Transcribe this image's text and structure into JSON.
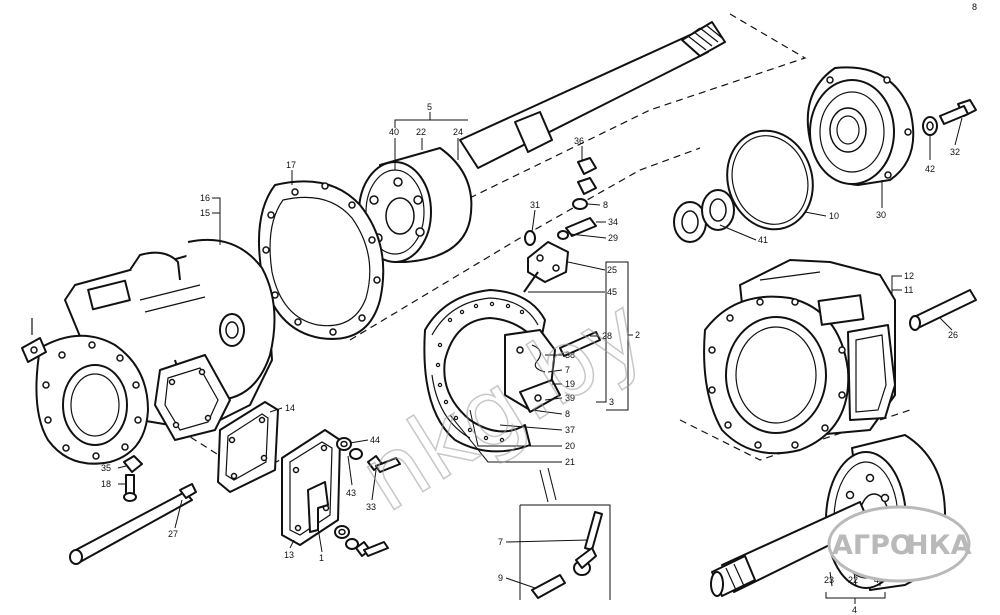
{
  "watermark": {
    "text": "nkg.by"
  },
  "logo": {
    "left": "АГРО",
    "right": "НКА",
    "colors": {
      "mark": "#b9b9b9"
    }
  },
  "labels": [
    "8",
    "5",
    "40",
    "22",
    "24",
    "36",
    "17",
    "8",
    "16",
    "15",
    "31",
    "34",
    "29",
    "25",
    "45",
    "10",
    "30",
    "41",
    "42",
    "32",
    "12",
    "11",
    "26",
    "14",
    "44",
    "28",
    "38",
    "7",
    "19",
    "39",
    "8",
    "37",
    "20",
    "21",
    "3",
    "2",
    "35",
    "18",
    "43",
    "33",
    "13",
    "1",
    "27",
    "7",
    "9",
    "23",
    "22",
    "40",
    "4"
  ]
}
